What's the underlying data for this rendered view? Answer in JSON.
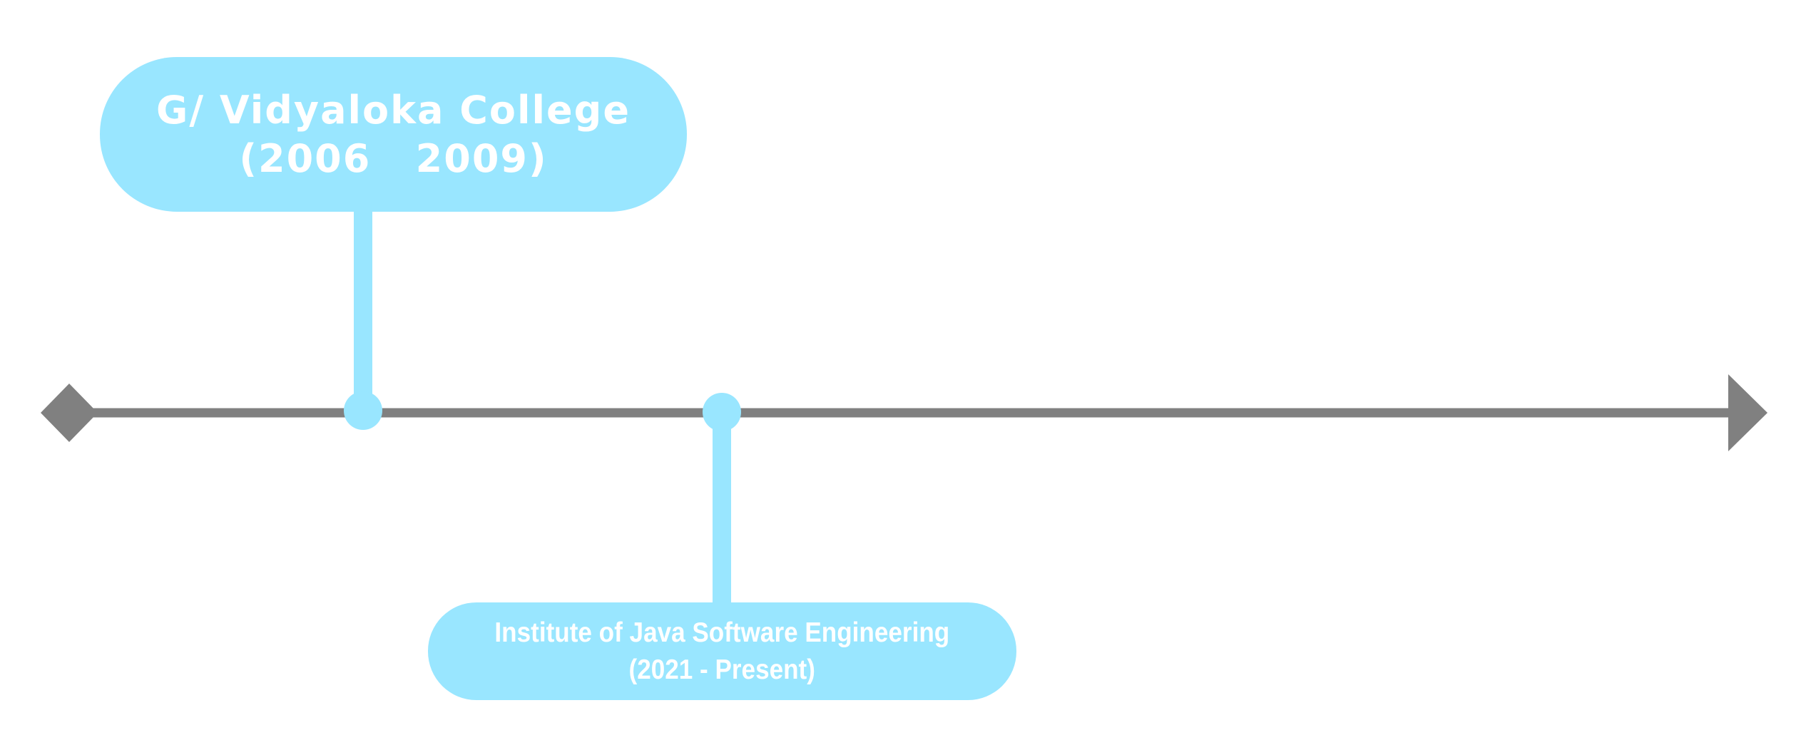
{
  "colors": {
    "accent": "#99E6FF",
    "axis": "#808080",
    "text": "#FFFFFF"
  },
  "events": [
    {
      "name": "G/ Vidyaloka College",
      "years": "(2006   2009)"
    },
    {
      "name": "Institute of Java Software Engineering",
      "years": "(2021 - Present)"
    }
  ]
}
